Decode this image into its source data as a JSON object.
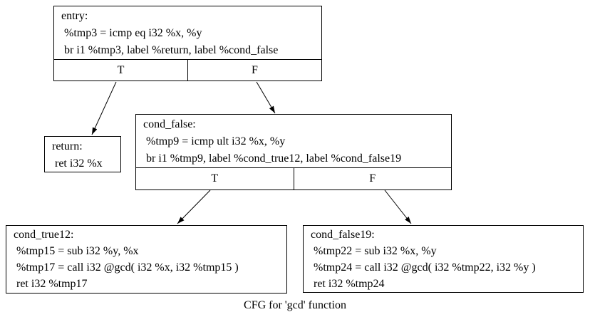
{
  "diagram": {
    "title": "CFG for 'gcd' function",
    "caption": "CFG for 'gcd' function",
    "colors": {
      "background": "#ffffff",
      "node_border": "#000000",
      "text": "#000000",
      "edge": "#000000"
    },
    "nodes": {
      "entry": {
        "lines": [
          "entry:",
          " %tmp3 = icmp eq i32 %x, %y",
          " br i1 %tmp3, label %return, label %cond_false"
        ],
        "ports": [
          "T",
          "F"
        ]
      },
      "return": {
        "lines": [
          "return:",
          " ret i32 %x"
        ]
      },
      "cond_false": {
        "lines": [
          "cond_false:",
          " %tmp9 = icmp ult i32 %x, %y",
          " br i1 %tmp9, label %cond_true12, label %cond_false19"
        ],
        "ports": [
          "T",
          "F"
        ]
      },
      "cond_true12": {
        "lines": [
          "cond_true12:",
          " %tmp15 = sub i32 %y, %x",
          " %tmp17 = call i32 @gcd( i32 %x, i32 %tmp15 )",
          " ret i32 %tmp17"
        ]
      },
      "cond_false19": {
        "lines": [
          "cond_false19:",
          " %tmp22 = sub i32 %x, %y",
          " %tmp24 = call i32 @gcd( i32 %tmp22, i32 %y )",
          " ret i32 %tmp24"
        ]
      }
    },
    "edges": [
      {
        "from": "entry:T",
        "to": "return"
      },
      {
        "from": "entry:F",
        "to": "cond_false"
      },
      {
        "from": "cond_false:T",
        "to": "cond_true12"
      },
      {
        "from": "cond_false:F",
        "to": "cond_false19"
      }
    ]
  }
}
